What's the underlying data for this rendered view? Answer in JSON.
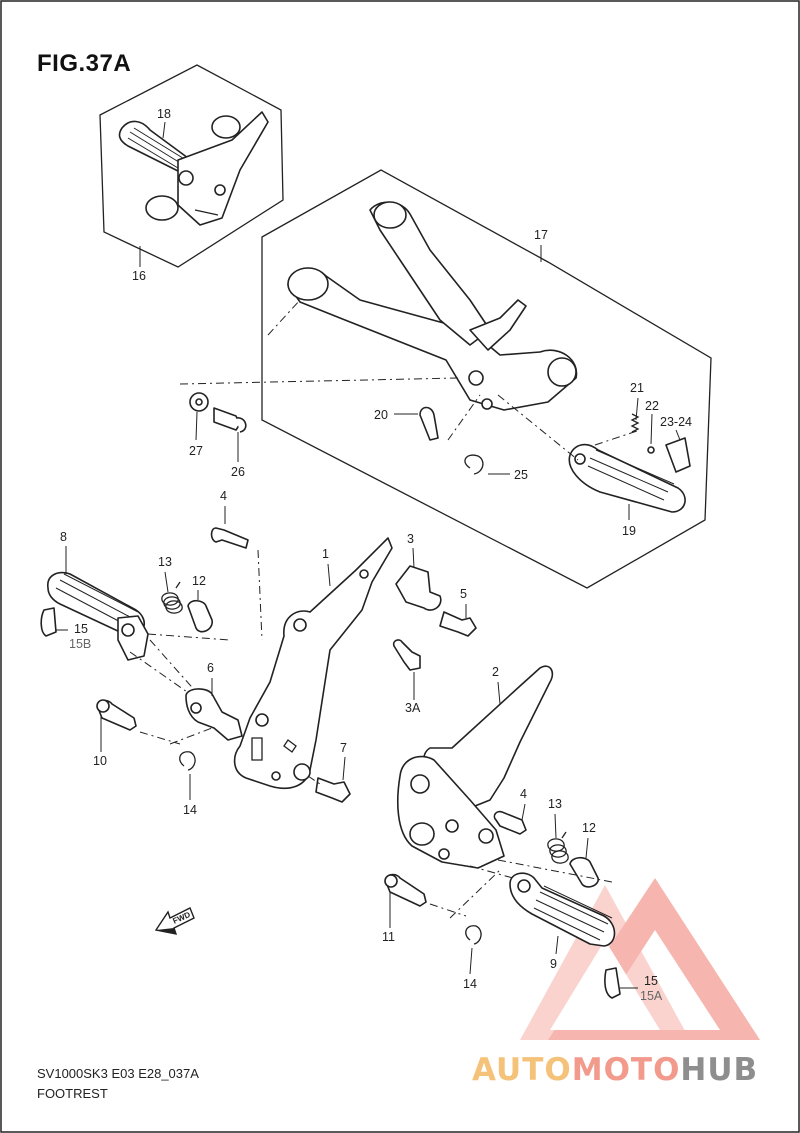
{
  "figure": {
    "title": "FIG.37A",
    "ref_code": "SV1000SK3 E03 E28_037A",
    "caption": "FOOTREST"
  },
  "labels": {
    "l1": "1",
    "l2": "2",
    "l3": "3",
    "l3a": "3A",
    "l4a": "4",
    "l4b": "4",
    "l5": "5",
    "l6": "6",
    "l7": "7",
    "l8": "8",
    "l9": "9",
    "l10": "10",
    "l11": "11",
    "l12a": "12",
    "l12b": "12",
    "l13a": "13",
    "l13b": "13",
    "l14a": "14",
    "l14b": "14",
    "l15a": "15",
    "l15b": "15",
    "l15a2": "15A",
    "l15b2": "15B",
    "l16": "16",
    "l17": "17",
    "l18": "18",
    "l19": "19",
    "l20": "20",
    "l21": "21",
    "l22": "22",
    "l2324": "23-24",
    "l25": "25",
    "l26": "26",
    "l27": "27"
  },
  "fwd_arrow": "FWD",
  "watermark": {
    "part1": "AUTO",
    "part2": "MOTO",
    "part3": "HUB",
    "color_auto": "#f5c27a",
    "color_moto": "#f29a8c",
    "color_hub": "#8e8e8e"
  }
}
